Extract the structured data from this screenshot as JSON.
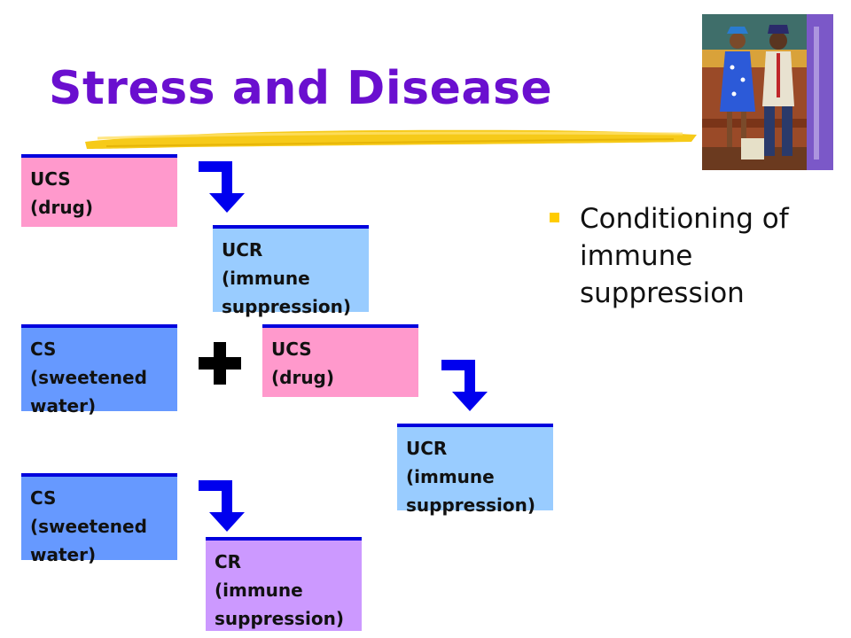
{
  "slide": {
    "title": "Stress and Disease",
    "bullets": [
      "Conditioning of immune suppression"
    ]
  },
  "diagram": {
    "boxes": [
      {
        "id": "ucs1",
        "lines": [
          "UCS",
          "(drug)"
        ],
        "color": "#ff99cc"
      },
      {
        "id": "ucr1",
        "lines": [
          "UCR",
          "(immune",
          "suppression)"
        ],
        "color": "#99ccff"
      },
      {
        "id": "cs1",
        "lines": [
          "CS",
          "(sweetened",
          "water)"
        ],
        "color": "#6699ff"
      },
      {
        "id": "ucs2",
        "lines": [
          "UCS",
          "(drug)"
        ],
        "color": "#ff99cc"
      },
      {
        "id": "ucr2",
        "lines": [
          "UCR",
          "(immune",
          "suppression)"
        ],
        "color": "#99ccff"
      },
      {
        "id": "cs2",
        "lines": [
          "CS",
          "(sweetened",
          "water)"
        ],
        "color": "#6699ff"
      },
      {
        "id": "cr",
        "lines": [
          "CR",
          "(immune",
          "suppression)"
        ],
        "color": "#cc99ff"
      }
    ]
  },
  "colors": {
    "title": "#6a0fcf",
    "arrow": "#0000ee",
    "box_border": "#0000dd",
    "bullet": "#ffcc00",
    "swoosh": "#f5c400"
  }
}
